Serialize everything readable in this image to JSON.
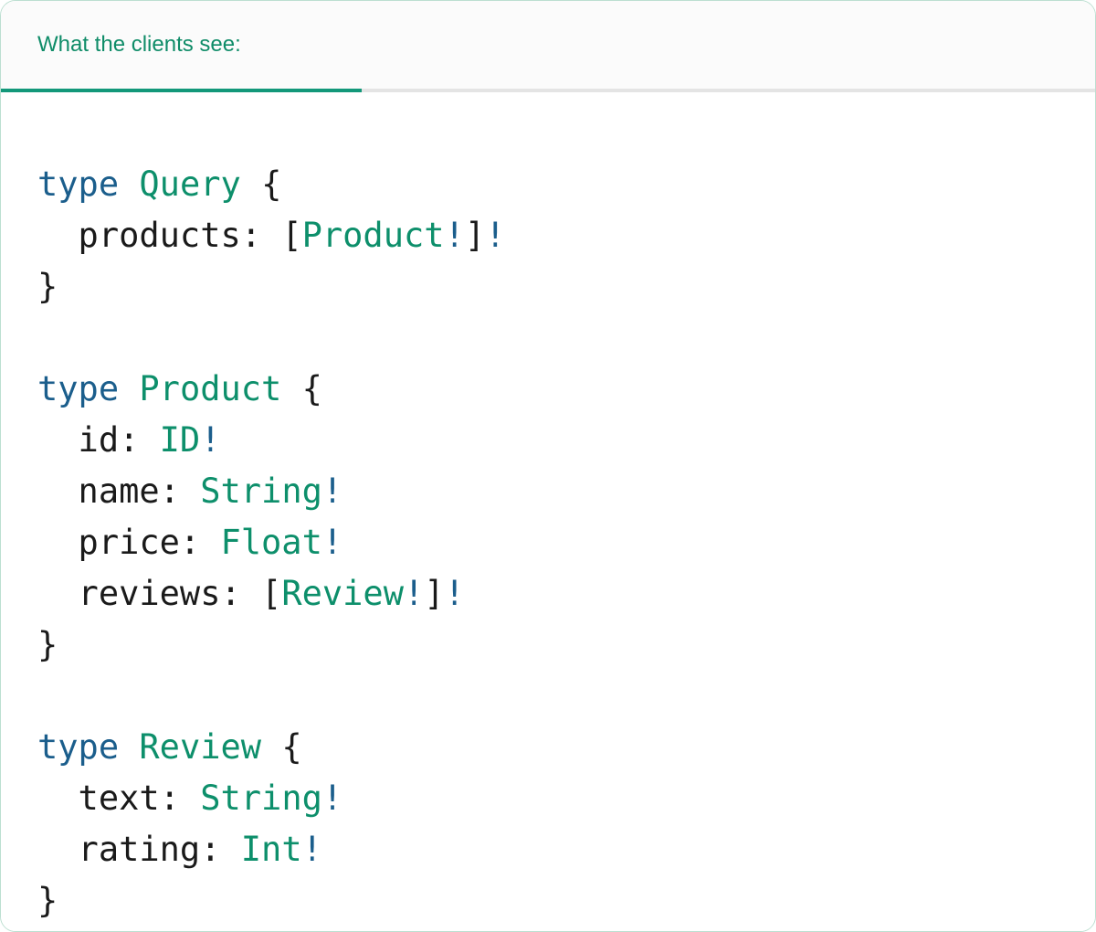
{
  "panel": {
    "border_color": "#bcdfd1",
    "background": "#ffffff"
  },
  "header": {
    "title": "What the clients see:",
    "title_color": "#0f8c68",
    "underline_color": "#13987a",
    "divider_color": "#e4e4e4",
    "background": "#fbfbfb"
  },
  "syntax_colors": {
    "keyword": "#1b5e8c",
    "type_name": "#0d8f6b",
    "non_null_bang": "#1b5e8c",
    "punctuation": "#1a1a1a",
    "field_name": "#1a1a1a"
  },
  "code": {
    "language": "graphql",
    "lines": [
      {
        "id": "query-open",
        "tokens": [
          {
            "t": "type",
            "k": "kw"
          },
          {
            "t": " ",
            "k": "plain"
          },
          {
            "t": "Query",
            "k": "type"
          },
          {
            "t": " ",
            "k": "plain"
          },
          {
            "t": "{",
            "k": "punc"
          }
        ]
      },
      {
        "id": "query-products",
        "tokens": [
          {
            "t": "  products: ",
            "k": "field"
          },
          {
            "t": "[",
            "k": "punc"
          },
          {
            "t": "Product",
            "k": "type"
          },
          {
            "t": "!",
            "k": "bang"
          },
          {
            "t": "]",
            "k": "punc"
          },
          {
            "t": "!",
            "k": "bang"
          }
        ]
      },
      {
        "id": "query-close",
        "tokens": [
          {
            "t": "}",
            "k": "punc"
          }
        ]
      },
      {
        "id": "blank-1",
        "tokens": [
          {
            "t": " ",
            "k": "plain"
          }
        ]
      },
      {
        "id": "product-open",
        "tokens": [
          {
            "t": "type",
            "k": "kw"
          },
          {
            "t": " ",
            "k": "plain"
          },
          {
            "t": "Product",
            "k": "type"
          },
          {
            "t": " ",
            "k": "plain"
          },
          {
            "t": "{",
            "k": "punc"
          }
        ]
      },
      {
        "id": "product-id",
        "tokens": [
          {
            "t": "  id: ",
            "k": "field"
          },
          {
            "t": "ID",
            "k": "type"
          },
          {
            "t": "!",
            "k": "bang"
          }
        ]
      },
      {
        "id": "product-name",
        "tokens": [
          {
            "t": "  name: ",
            "k": "field"
          },
          {
            "t": "String",
            "k": "type"
          },
          {
            "t": "!",
            "k": "bang"
          }
        ]
      },
      {
        "id": "product-price",
        "tokens": [
          {
            "t": "  price: ",
            "k": "field"
          },
          {
            "t": "Float",
            "k": "type"
          },
          {
            "t": "!",
            "k": "bang"
          }
        ]
      },
      {
        "id": "product-reviews",
        "tokens": [
          {
            "t": "  reviews: ",
            "k": "field"
          },
          {
            "t": "[",
            "k": "punc"
          },
          {
            "t": "Review",
            "k": "type"
          },
          {
            "t": "!",
            "k": "bang"
          },
          {
            "t": "]",
            "k": "punc"
          },
          {
            "t": "!",
            "k": "bang"
          }
        ]
      },
      {
        "id": "product-close",
        "tokens": [
          {
            "t": "}",
            "k": "punc"
          }
        ]
      },
      {
        "id": "blank-2",
        "tokens": [
          {
            "t": " ",
            "k": "plain"
          }
        ]
      },
      {
        "id": "review-open",
        "tokens": [
          {
            "t": "type",
            "k": "kw"
          },
          {
            "t": " ",
            "k": "plain"
          },
          {
            "t": "Review",
            "k": "type"
          },
          {
            "t": " ",
            "k": "plain"
          },
          {
            "t": "{",
            "k": "punc"
          }
        ]
      },
      {
        "id": "review-text",
        "tokens": [
          {
            "t": "  text: ",
            "k": "field"
          },
          {
            "t": "String",
            "k": "type"
          },
          {
            "t": "!",
            "k": "bang"
          }
        ]
      },
      {
        "id": "review-rating",
        "tokens": [
          {
            "t": "  rating: ",
            "k": "field"
          },
          {
            "t": "Int",
            "k": "type"
          },
          {
            "t": "!",
            "k": "bang"
          }
        ]
      },
      {
        "id": "review-close",
        "tokens": [
          {
            "t": "}",
            "k": "punc"
          }
        ]
      }
    ]
  }
}
